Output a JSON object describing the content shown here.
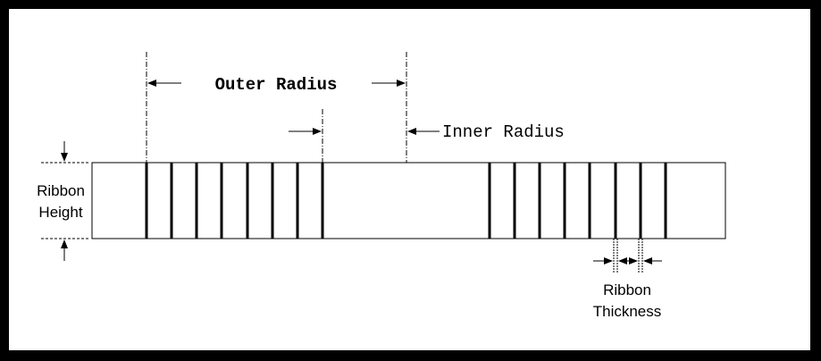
{
  "labels": {
    "outer_radius": "Outer Radius",
    "inner_radius": "Inner Radius",
    "ribbon_height_line1": "Ribbon",
    "ribbon_height_line2": "Height",
    "ribbon_thickness_line1": "Ribbon",
    "ribbon_thickness_line2": "Thickness"
  },
  "colors": {
    "frame": "#000000",
    "background": "#ffffff",
    "ink": "#000000"
  }
}
